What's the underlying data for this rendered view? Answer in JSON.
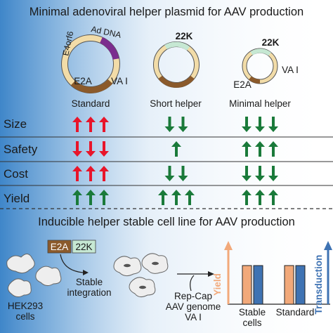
{
  "top_title": "Minimal adenoviral helper plasmid for AAV production",
  "plasmids": {
    "standard": {
      "label": "Standard",
      "e4": "E4orf6",
      "ad_dna": "Ad DNA",
      "e2a": "E2A",
      "vai": "VA I"
    },
    "short": {
      "label": "Short helper",
      "k22": "22K"
    },
    "minimal": {
      "label": "Minimal helper",
      "k22": "22K",
      "vai": "VA I",
      "e2a": "E2A"
    }
  },
  "rows": [
    {
      "label": "Size",
      "standard": "up",
      "short": "down",
      "minimal": "down"
    },
    {
      "label": "Safety",
      "standard": "down",
      "short": "up",
      "minimal": "up"
    },
    {
      "label": "Cost",
      "standard": "up",
      "short": "down",
      "minimal": "down"
    },
    {
      "label": "Yield",
      "standard": "up",
      "short": "up",
      "minimal": "up"
    }
  ],
  "arrow_counts": {
    "standard": [
      3,
      3,
      3,
      3
    ],
    "short": [
      2,
      1,
      2,
      3
    ],
    "minimal": [
      3,
      3,
      3,
      3
    ]
  },
  "bottom_title": "Inducible helper stable cell line for AAV production",
  "badges": {
    "e2a": "E2A",
    "k22": "22K"
  },
  "cells_label": "HEK293\ncells",
  "stable_integration": "Stable\nintegration",
  "repcap": "Rep-Cap\nAAV genome\nVA I",
  "bar_chart": {
    "y_left": "Yield",
    "y_right": "Transduction",
    "categories": [
      "Stable\ncells",
      "Standard"
    ]
  },
  "colors": {
    "red": "#e8152a",
    "green": "#1a7a3a",
    "e2a": "#8b5a2b",
    "ad_dna": "#7b2d8e",
    "plasmid_body": "#f2dca8",
    "k22": "#c6e8d3",
    "orange": "#f2a97a",
    "blue": "#3f73b3",
    "bg_blue": "#3f86c9"
  }
}
